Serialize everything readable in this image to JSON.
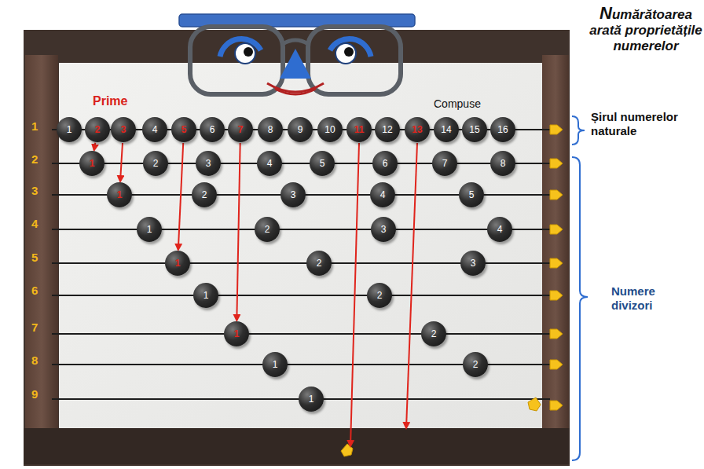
{
  "diagram": {
    "title": "Numărătoarea arată proprietățile numerelor",
    "nodes": [
      {
        "text": [
          "1"
        ]
      },
      {
        "text": [
          "2"
        ]
      },
      {
        "text": [
          "3"
        ]
      },
      {
        "text": [
          "4"
        ]
      },
      {
        "text": [
          "5"
        ]
      },
      {
        "text": [
          "6"
        ]
      },
      {
        "text": [
          "7"
        ]
      },
      {
        "text": [
          "8"
        ]
      },
      {
        "text": [
          "9"
        ]
      },
      {
        "text": [
          "10"
        ]
      },
      {
        "text": [
          "11"
        ]
      },
      {
        "text": [
          "12"
        ]
      },
      {
        "text": [
          "13"
        ]
      },
      {
        "text": [
          "14"
        ]
      },
      {
        "text": [
          "15"
        ]
      },
      {
        "text": [
          "16"
        ]
      },
      {
        "text": [
          "1"
        ]
      },
      {
        "text": [
          "2"
        ]
      },
      {
        "text": [
          "3"
        ]
      },
      {
        "text": [
          "4"
        ]
      },
      {
        "text": [
          "5"
        ]
      },
      {
        "text": [
          "6"
        ]
      },
      {
        "text": [
          "7"
        ]
      },
      {
        "text": [
          "8"
        ]
      },
      {
        "text": [
          "1"
        ]
      },
      {
        "text": [
          "2"
        ]
      },
      {
        "text": [
          "3"
        ]
      },
      {
        "text": [
          "4"
        ]
      },
      {
        "text": [
          "5"
        ]
      },
      {
        "text": [
          "1"
        ]
      },
      {
        "text": [
          "2"
        ]
      },
      {
        "text": [
          "3"
        ]
      },
      {
        "text": [
          "4"
        ]
      },
      {
        "text": [
          "1"
        ]
      },
      {
        "text": [
          "2"
        ]
      },
      {
        "text": [
          "3"
        ]
      },
      {
        "text": [
          "1"
        ]
      },
      {
        "text": [
          "2"
        ]
      },
      {
        "text": [
          "1"
        ]
      },
      {
        "text": [
          "2"
        ]
      },
      {
        "text": [
          "1"
        ]
      },
      {
        "text": [
          "2"
        ]
      },
      {
        "text": [
          "1"
        ]
      }
    ],
    "edges": [
      {
        "from": 1,
        "to": 16,
        "arrow": "to"
      },
      {
        "from": 2,
        "to": 24,
        "arrow": "to"
      },
      {
        "from": 4,
        "to": 33,
        "arrow": "to"
      },
      {
        "from": 6,
        "to": 38,
        "arrow": "to"
      }
    ],
    "labels": [
      "Prime",
      "Compuse",
      "Șirul numerelor naturale",
      "Numere divizori",
      "1",
      "2",
      "3",
      "4",
      "5",
      "6",
      "7",
      "8",
      "9"
    ]
  }
}
